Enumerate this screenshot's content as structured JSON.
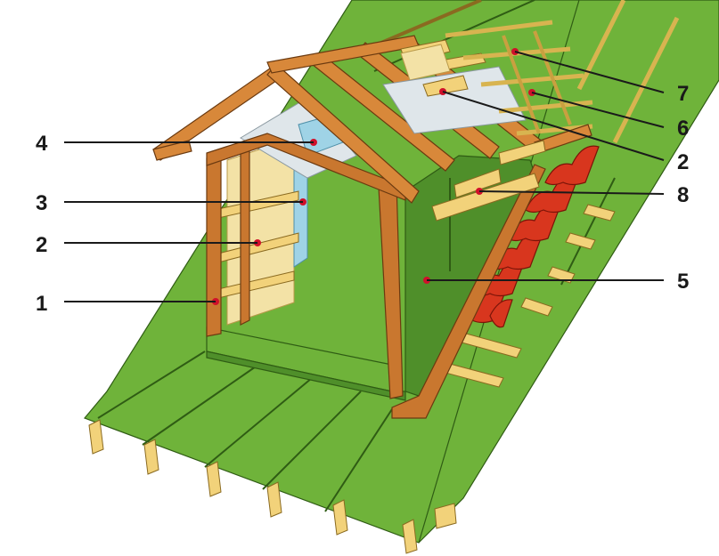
{
  "diagram": {
    "callouts": [
      {
        "id": "c4",
        "label": "4"
      },
      {
        "id": "c3",
        "label": "3"
      },
      {
        "id": "c2-left",
        "label": "2"
      },
      {
        "id": "c1",
        "label": "1"
      },
      {
        "id": "c7",
        "label": "7"
      },
      {
        "id": "c6",
        "label": "6"
      },
      {
        "id": "c2-right",
        "label": "2"
      },
      {
        "id": "c8",
        "label": "8"
      },
      {
        "id": "c5",
        "label": "5"
      }
    ],
    "colors": {
      "roof_membrane": "#6fb33a",
      "timber": "#c9772f",
      "insulation": "#f3e2a6",
      "vapor_film": "#9fd3e6",
      "tiles": "#d8361e",
      "marker": "#d0102a"
    }
  }
}
